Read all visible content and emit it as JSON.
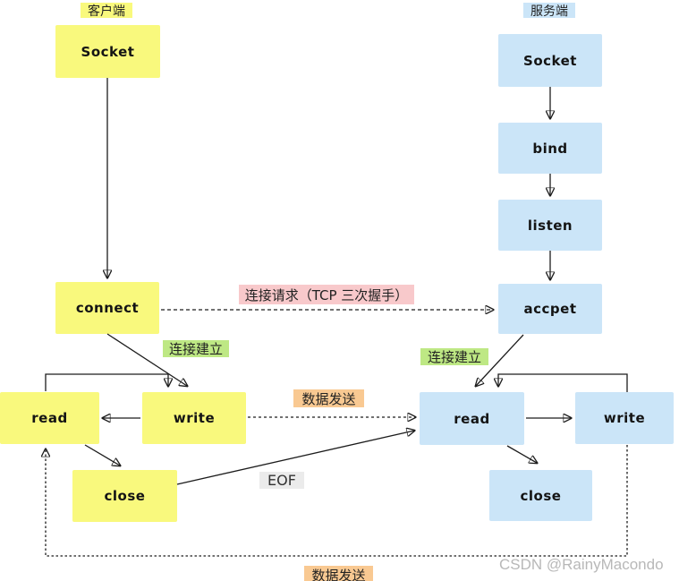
{
  "headers": {
    "client": "客户端",
    "server": "服务端"
  },
  "boxes": {
    "client_socket": "Socket",
    "client_connect": "connect",
    "client_read": "read",
    "client_write": "write",
    "client_close": "close",
    "server_socket": "Socket",
    "server_bind": "bind",
    "server_listen": "listen",
    "server_accept": "accpet",
    "server_read": "read",
    "server_write": "write",
    "server_close": "close"
  },
  "labels": {
    "conn_request": "连接请求（TCP 三次握手）",
    "conn_established_client": "连接建立",
    "conn_established_server": "连接建立",
    "data_send_mid": "数据发送",
    "eof": "EOF",
    "data_send_bottom": "数据发送"
  },
  "watermark": "CSDN @RainyMacondo",
  "colors": {
    "client_box": "#F9F97D",
    "server_box": "#CBE5F8",
    "label_pink": "#F8C9CB",
    "label_green": "#BEE884",
    "label_orange": "#F9C992",
    "label_gray": "#EBEBEB",
    "line": "#1c1c1c",
    "watermark": "#B8B8B8"
  }
}
